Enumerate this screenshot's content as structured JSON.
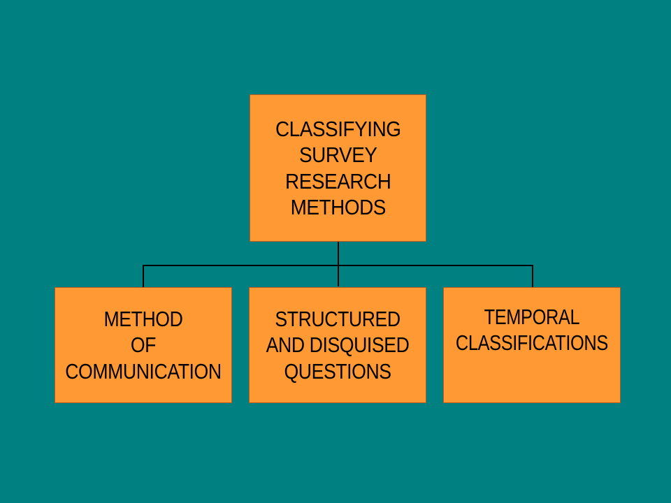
{
  "colors": {
    "background": "#008080",
    "box_fill": "#FF9933",
    "box_border": "#B85C1E",
    "text": "#000000",
    "connector": "#000000"
  },
  "root": {
    "lines": [
      "CLASSIFYING",
      "SURVEY",
      "RESEARCH",
      "METHODS"
    ]
  },
  "children": [
    {
      "lines": [
        "METHOD",
        "OF",
        "COMMUNICATION"
      ]
    },
    {
      "lines": [
        "STRUCTURED",
        "AND DISQUISED",
        "QUESTIONS"
      ]
    },
    {
      "lines": [
        "TEMPORAL",
        "CLASSIFICATIONS"
      ]
    }
  ]
}
